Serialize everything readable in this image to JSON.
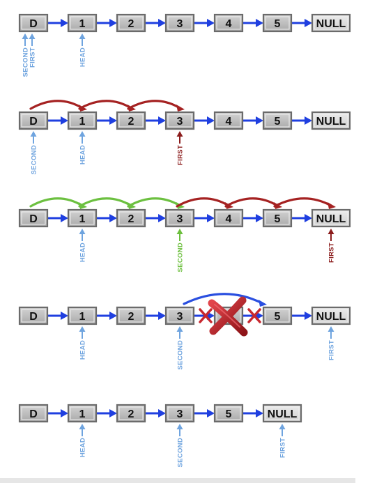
{
  "rows": [
    {
      "nodes": [
        "D",
        "1",
        "2",
        "3",
        "4",
        "5",
        "NULL"
      ],
      "pointers": [
        {
          "label": "SECOND",
          "node": 0,
          "color": "blue"
        },
        {
          "label": "FIRST",
          "node": 0,
          "color": "blue"
        },
        {
          "label": "HEAD",
          "node": 1,
          "color": "blue"
        }
      ],
      "hops": []
    },
    {
      "nodes": [
        "D",
        "1",
        "2",
        "3",
        "4",
        "5",
        "NULL"
      ],
      "pointers": [
        {
          "label": "SECOND",
          "node": 0,
          "color": "blue"
        },
        {
          "label": "HEAD",
          "node": 1,
          "color": "blue"
        },
        {
          "label": "FIRST",
          "node": 3,
          "color": "red"
        }
      ],
      "hops": [
        {
          "from": 0,
          "to": 1,
          "color": "red"
        },
        {
          "from": 1,
          "to": 2,
          "color": "red"
        },
        {
          "from": 2,
          "to": 3,
          "color": "red"
        }
      ]
    },
    {
      "nodes": [
        "D",
        "1",
        "2",
        "3",
        "4",
        "5",
        "NULL"
      ],
      "pointers": [
        {
          "label": "HEAD",
          "node": 1,
          "color": "blue"
        },
        {
          "label": "SECOND",
          "node": 3,
          "color": "green"
        },
        {
          "label": "FIRST",
          "node": 6,
          "color": "red"
        }
      ],
      "hops": [
        {
          "from": 0,
          "to": 1,
          "color": "green"
        },
        {
          "from": 1,
          "to": 2,
          "color": "green"
        },
        {
          "from": 2,
          "to": 3,
          "color": "green"
        },
        {
          "from": 3,
          "to": 4,
          "color": "red"
        },
        {
          "from": 4,
          "to": 5,
          "color": "red"
        },
        {
          "from": 5,
          "to": 6,
          "color": "red"
        }
      ]
    },
    {
      "nodes": [
        "D",
        "1",
        "2",
        "3",
        "4",
        "5",
        "NULL"
      ],
      "pointers": [
        {
          "label": "HEAD",
          "node": 1,
          "color": "blue"
        },
        {
          "label": "SECOND",
          "node": 3,
          "color": "blue"
        },
        {
          "label": "FIRST",
          "node": 6,
          "color": "blue"
        }
      ],
      "hops": [],
      "bypass": {
        "from": 3,
        "to": 5,
        "color": "blue"
      },
      "removed": [
        {
          "node": 4,
          "mark": "big-x"
        },
        {
          "link": 3,
          "mark": "small-x"
        },
        {
          "link": 4,
          "mark": "small-x"
        }
      ]
    },
    {
      "nodes": [
        "D",
        "1",
        "2",
        "3",
        "5",
        "NULL"
      ],
      "pointers": [
        {
          "label": "HEAD",
          "node": 1,
          "color": "blue"
        },
        {
          "label": "SECOND",
          "node": 3,
          "color": "blue"
        },
        {
          "label": "FIRST",
          "node": 5,
          "color": "blue"
        }
      ],
      "hops": []
    }
  ],
  "colors": {
    "link": "#1f3fe0",
    "pointer_blue": "#6fa4df",
    "pointer_red": "#8b1c1c",
    "pointer_green": "#6cbf3d",
    "hop_red": "#a52222",
    "hop_green": "#6cc040",
    "hop_blue": "#2a4fe0",
    "remove_red": "#c8282f",
    "node_fill": "#bdbdbd",
    "node_border": "#6b6b6b",
    "null_fill": "#dcdcdc"
  }
}
